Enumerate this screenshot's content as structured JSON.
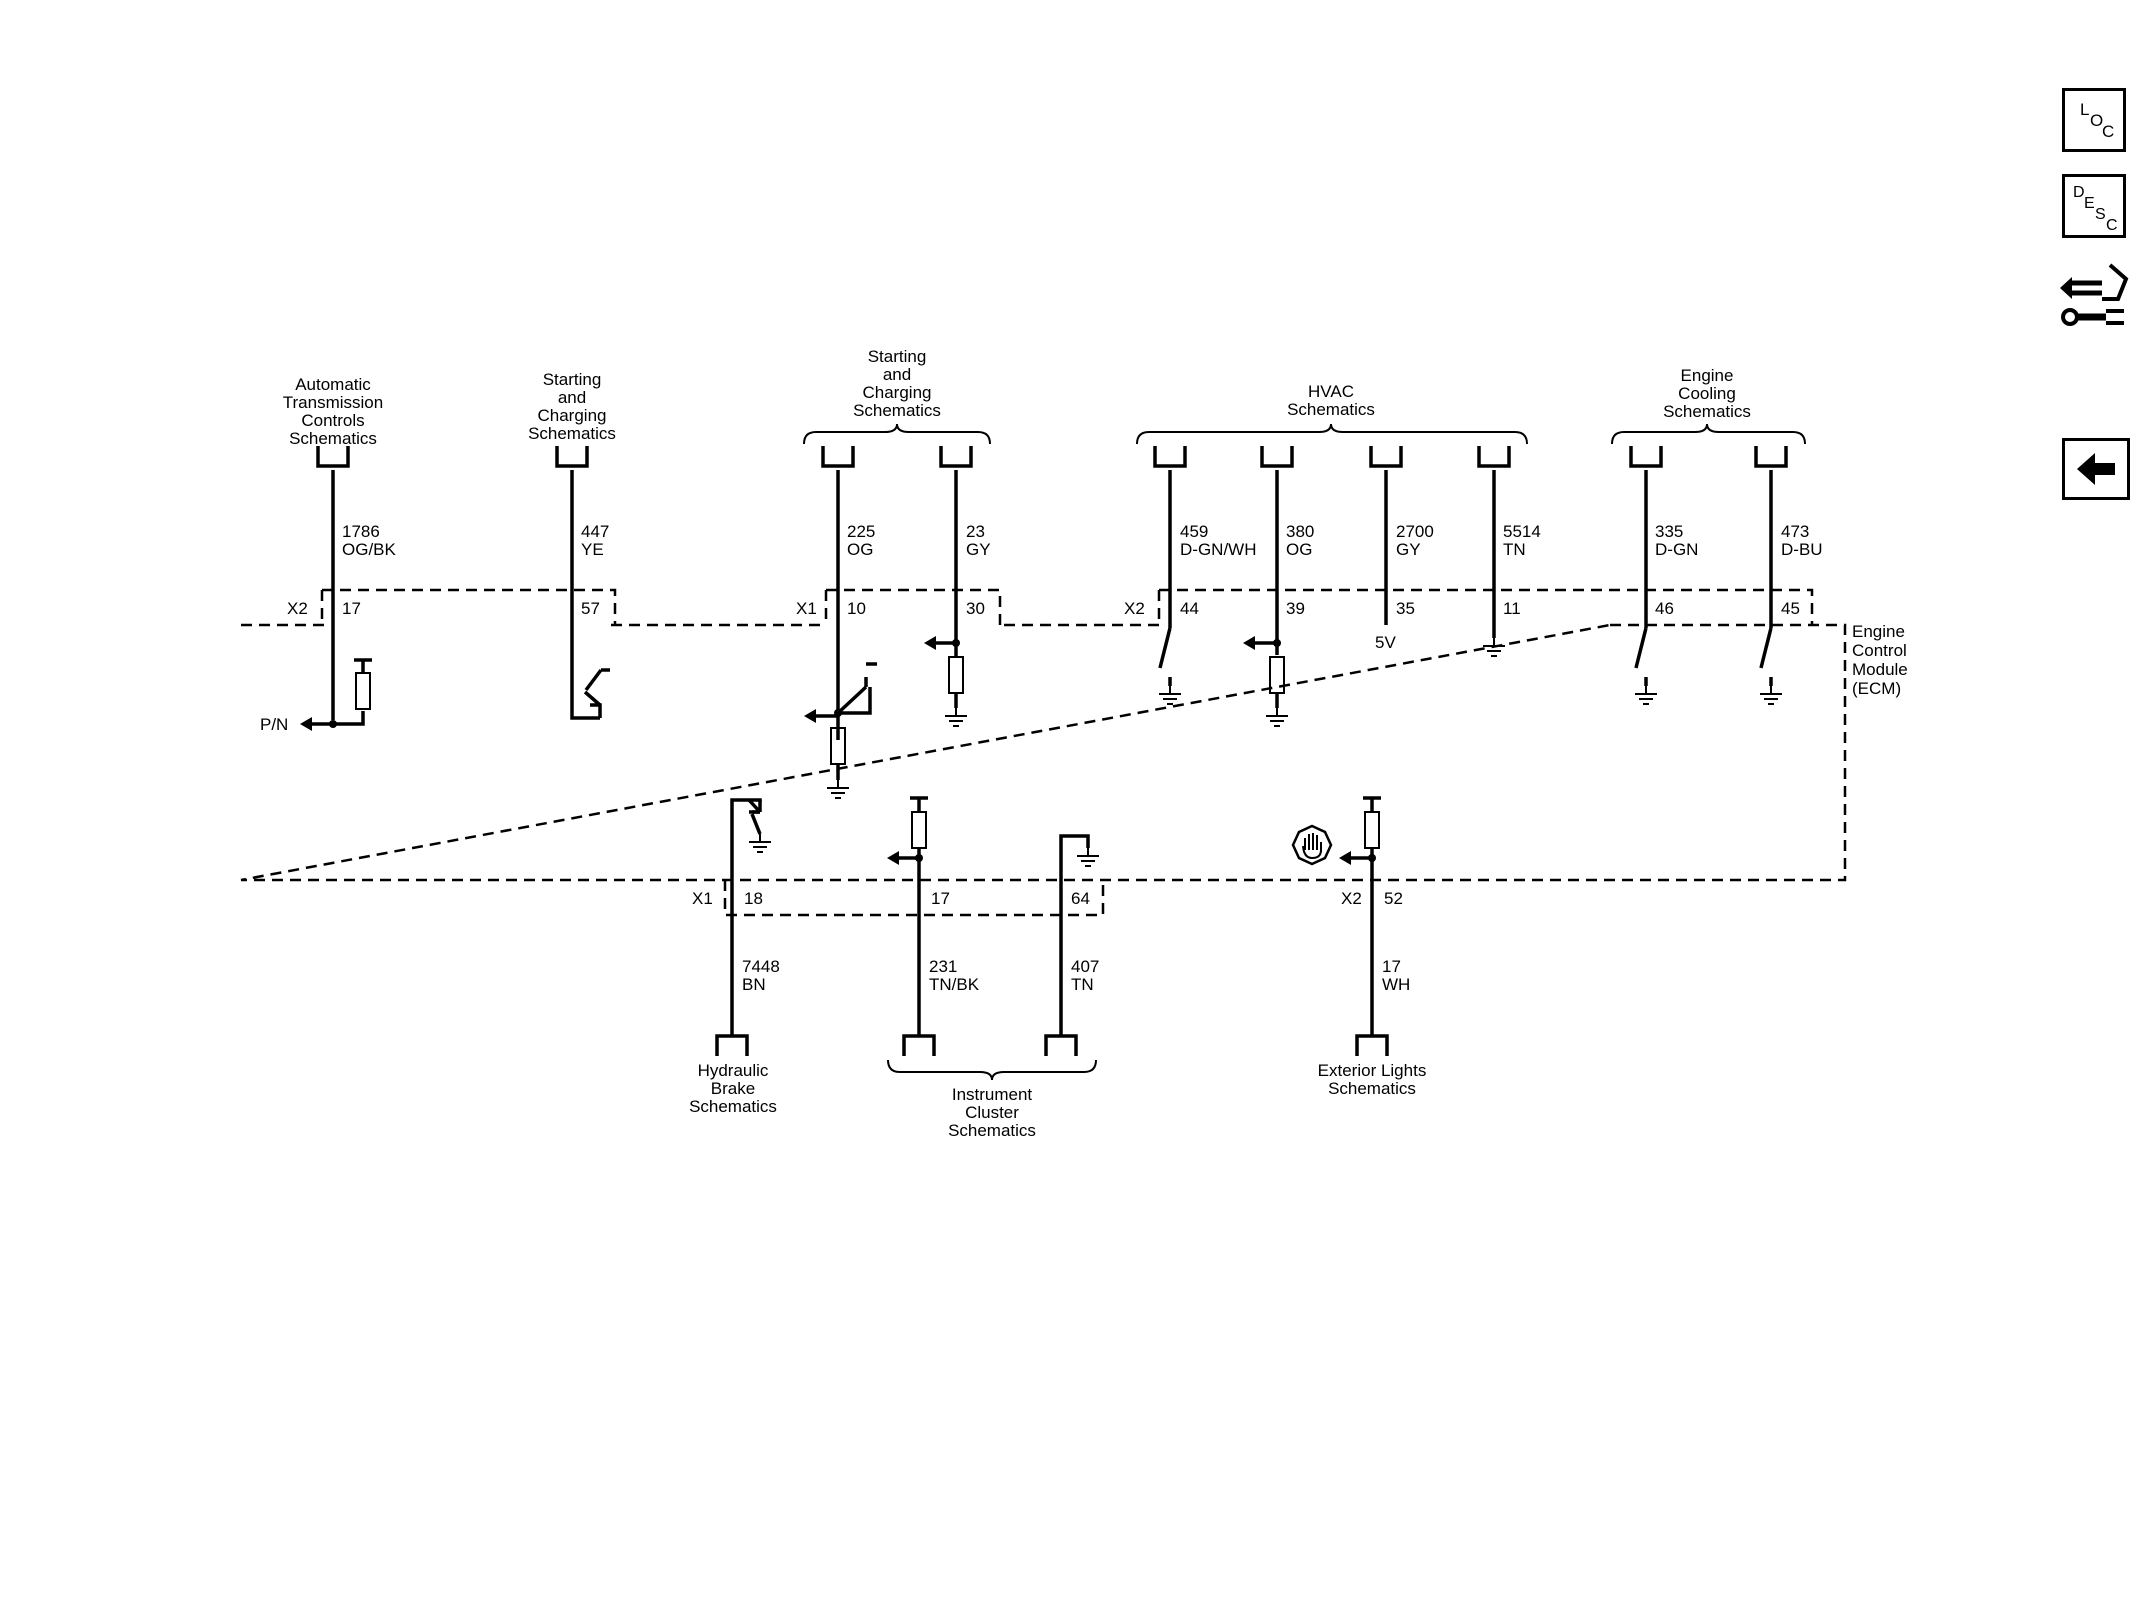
{
  "nav": {
    "loc": {
      "letters": [
        "L",
        "O",
        "C"
      ]
    },
    "desc": {
      "letters": [
        "D",
        "E",
        "S",
        "C"
      ]
    },
    "connector_icon": "connector-repair-icon",
    "back_icon": "back-arrow-icon"
  },
  "module": {
    "label_lines": [
      "Engine",
      "Control",
      "Module",
      "(ECM)"
    ]
  },
  "destinations": {
    "atc": [
      "Automatic",
      "Transmission",
      "Controls",
      "Schematics"
    ],
    "scs1": [
      "Starting",
      "and",
      "Charging",
      "Schematics"
    ],
    "scs2": [
      "Starting",
      "and",
      "Charging",
      "Schematics"
    ],
    "hvac": [
      "HVAC",
      "Schematics"
    ],
    "cooling": [
      "Engine",
      "Cooling",
      "Schematics"
    ],
    "brake": [
      "Hydraulic",
      "Brake",
      "Schematics"
    ],
    "cluster": [
      "Instrument",
      "Cluster",
      "Schematics"
    ],
    "lights": [
      "Exterior Lights",
      "Schematics"
    ]
  },
  "connectors": {
    "x2_top": "X2",
    "x1_top": "X1",
    "x2_hvac": "X2",
    "x1_bottom": "X1",
    "x2_bottom": "X2"
  },
  "circuits": [
    {
      "id": "c1786",
      "circuit": "1786",
      "color": "OG/BK",
      "pin": "17"
    },
    {
      "id": "c447",
      "circuit": "447",
      "color": "YE",
      "pin": "57"
    },
    {
      "id": "c225",
      "circuit": "225",
      "color": "OG",
      "pin": "10"
    },
    {
      "id": "c23",
      "circuit": "23",
      "color": "GY",
      "pin": "30"
    },
    {
      "id": "c459",
      "circuit": "459",
      "color": "D-GN/WH",
      "pin": "44"
    },
    {
      "id": "c380",
      "circuit": "380",
      "color": "OG",
      "pin": "39"
    },
    {
      "id": "c2700",
      "circuit": "2700",
      "color": "GY",
      "pin": "35"
    },
    {
      "id": "c5514",
      "circuit": "5514",
      "color": "TN",
      "pin": "11"
    },
    {
      "id": "c335",
      "circuit": "335",
      "color": "D-GN",
      "pin": "46"
    },
    {
      "id": "c473",
      "circuit": "473",
      "color": "D-BU",
      "pin": "45"
    },
    {
      "id": "c7448",
      "circuit": "7448",
      "color": "BN",
      "pin": "18"
    },
    {
      "id": "c231",
      "circuit": "231",
      "color": "TN/BK",
      "pin": "17"
    },
    {
      "id": "c407",
      "circuit": "407",
      "color": "TN",
      "pin": "64"
    },
    {
      "id": "c17",
      "circuit": "17",
      "color": "WH",
      "pin": "52"
    }
  ],
  "signals": {
    "pn": "P/N",
    "five_v": "5V"
  },
  "icons": [
    "hand-stop-icon",
    "ground-icon",
    "resistor-icon",
    "switch-icon",
    "connector-icon"
  ]
}
